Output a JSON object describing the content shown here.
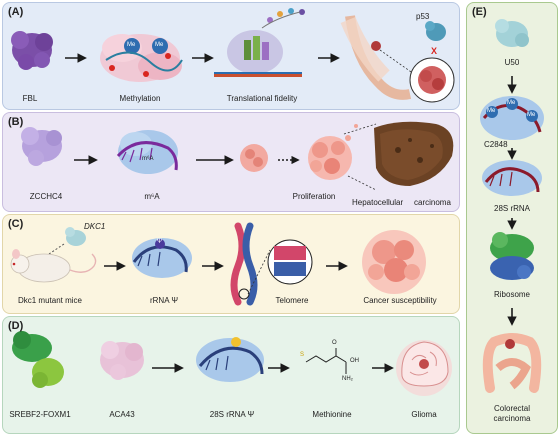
{
  "panels": {
    "a": {
      "label": "(A)",
      "items": [
        "FBL",
        "Methylation",
        "Translational fidelity"
      ],
      "p53": "p53",
      "me": "Me",
      "x": "X"
    },
    "b": {
      "label": "(B)",
      "items": [
        "ZCCHC4",
        "m⁶A",
        "Proliferation",
        "Hepatocellular",
        "carcinoma"
      ],
      "m6a_tag": "m⁶A"
    },
    "c": {
      "label": "(C)",
      "items": [
        "Dkc1 mutant mice",
        "rRNA Ψ",
        "Telomere",
        "Cancer susceptibility"
      ],
      "gene": "DKC1",
      "psi": "Ψ"
    },
    "d": {
      "label": "(D)",
      "items": [
        "SREBF2-FOXM1",
        "ACA43",
        "28S rRNA Ψ",
        "Methionine",
        "Glioma"
      ],
      "chem": {
        "s": "S",
        "o": "O",
        "oh": "OH",
        "nh2": "NH₂"
      }
    },
    "e": {
      "label": "(E)",
      "items": [
        "U50",
        "C2848",
        "28S rRNA",
        "Ribosome",
        "Colorectal",
        "carcinoma"
      ],
      "me": "Me"
    }
  },
  "colors": {
    "panel_a": "#e3ebf7",
    "panel_b": "#ece7f5",
    "panel_c": "#fbf5e0",
    "panel_d": "#e7f3ea",
    "panel_e": "#ebf2e0",
    "rna": "#8b1a2b",
    "arrow": "#1a1a1a"
  }
}
